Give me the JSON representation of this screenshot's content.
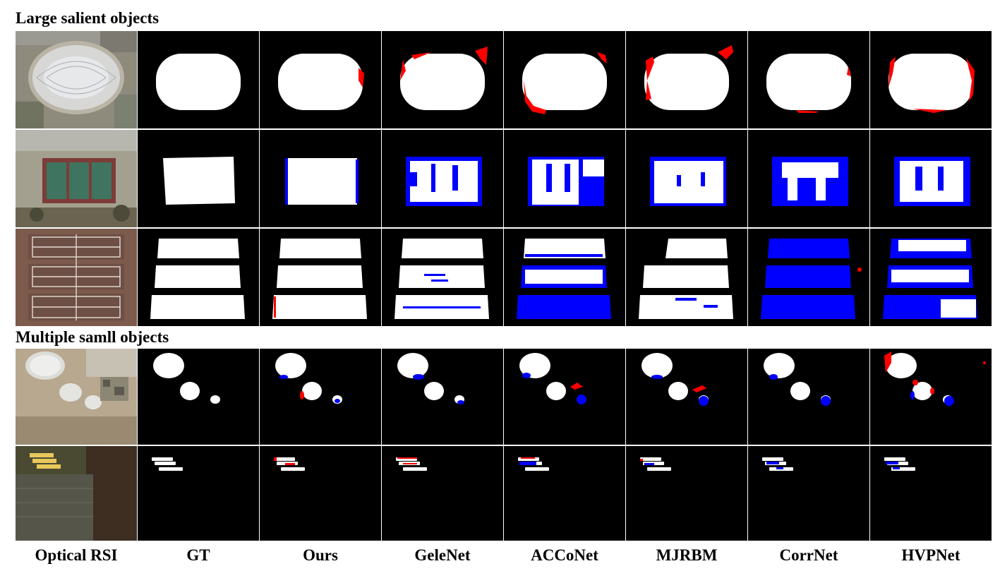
{
  "sections": [
    {
      "title": "Large salient objects"
    },
    {
      "title": "Multiple samll objects"
    }
  ],
  "columns": [
    {
      "label": "Optical RSI"
    },
    {
      "label": "GT"
    },
    {
      "label": "Ours"
    },
    {
      "label": "GeleNet"
    },
    {
      "label": "ACCoNet"
    },
    {
      "label": "MJRBM"
    },
    {
      "label": "CorrNet"
    },
    {
      "label": "HVPNet"
    }
  ],
  "rows": [
    {
      "scene": "stadium"
    },
    {
      "scene": "tennis-court-single"
    },
    {
      "scene": "tennis-courts-three"
    },
    {
      "scene": "storage-tanks"
    },
    {
      "scene": "buses"
    }
  ],
  "colors": {
    "background": "#000000",
    "foreground": "#ffffff",
    "false_positive": "#ff0000",
    "false_negative": "#0000ff",
    "separator": "#ffffff"
  }
}
